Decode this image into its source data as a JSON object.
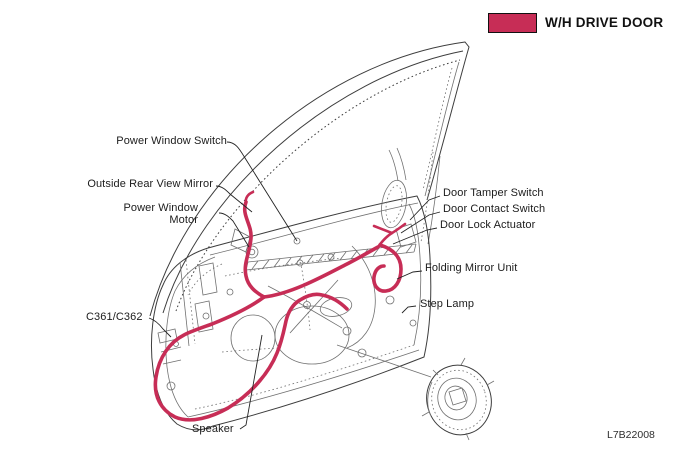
{
  "legend": {
    "label": "W/H DRIVE DOOR"
  },
  "colors": {
    "harness": "#C72D56",
    "line_art": "#3d3d3d",
    "text": "#1c1c1c"
  },
  "doc_number": "L7B22008",
  "labels": {
    "power_window_switch": "Power Window Switch",
    "outside_rear_view_mirror": "Outside Rear View Mirror",
    "power_window_motor": {
      "line1": "Power Window",
      "line2": "Motor"
    },
    "door_tamper_switch": "Door Tamper Switch",
    "door_contact_switch": "Door Contact Switch",
    "door_lock_actuator": "Door Lock Actuator",
    "folding_mirror_unit": "Folding Mirror Unit",
    "step_lamp": "Step Lamp",
    "connector": "C361/C362",
    "speaker": "Speaker"
  }
}
